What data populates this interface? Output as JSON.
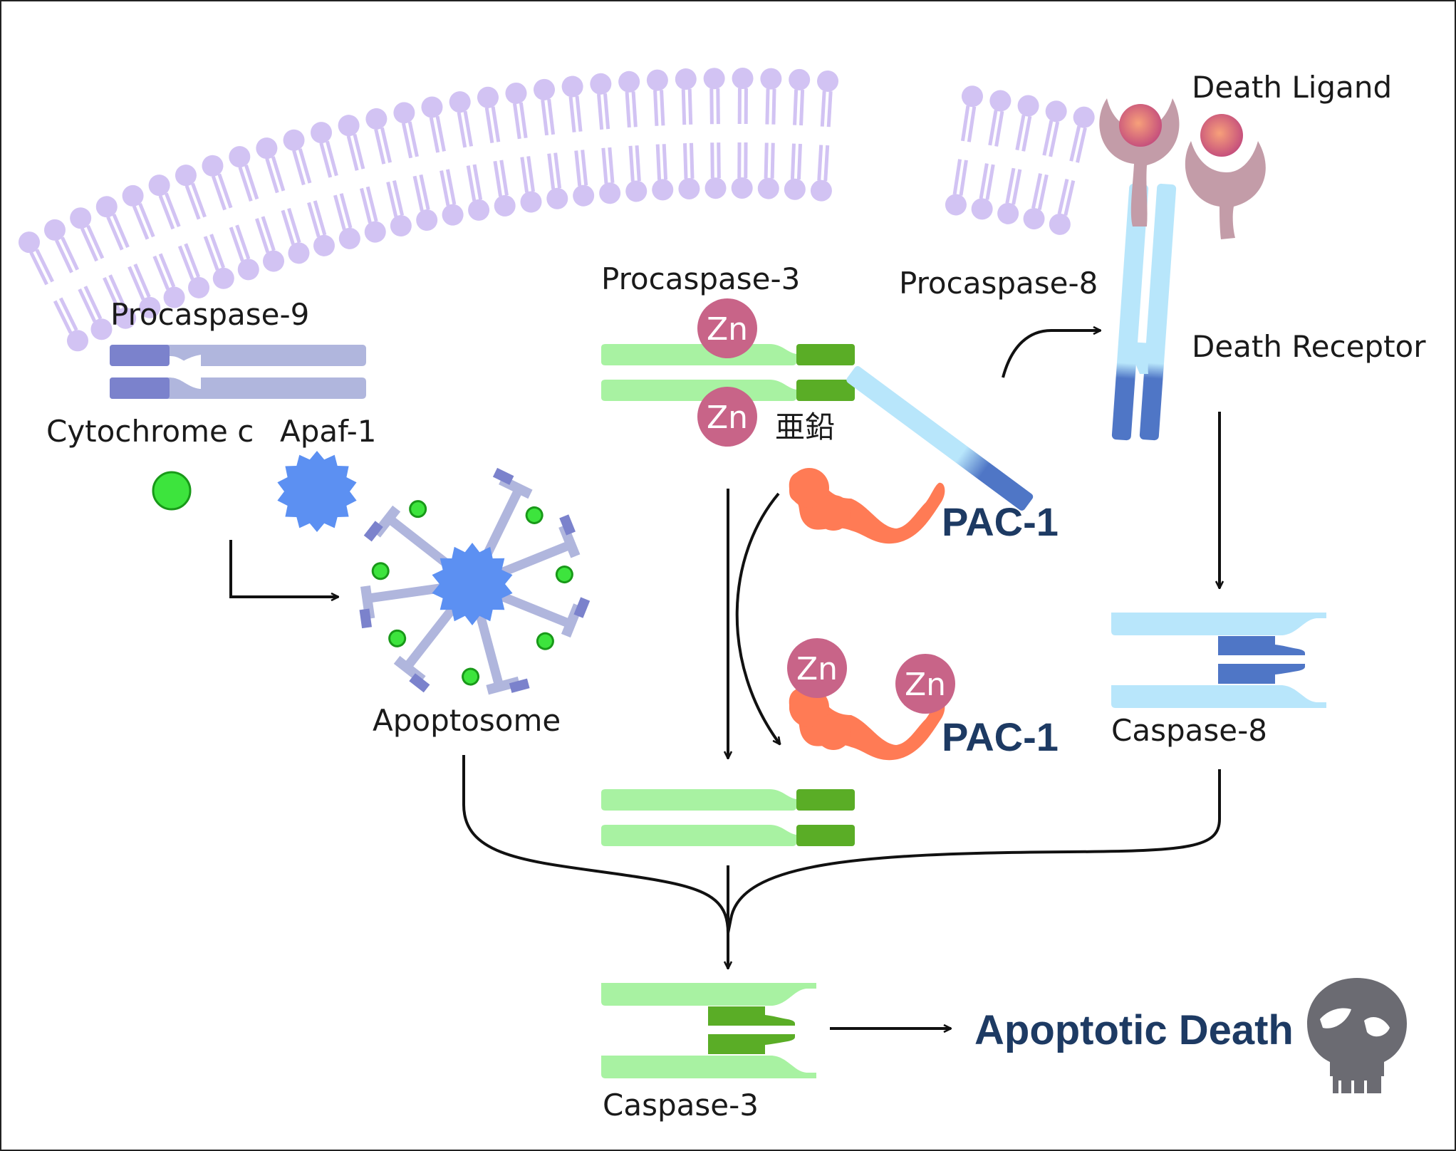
{
  "labels": {
    "procaspase9": "Procaspase-9",
    "procaspase3": "Procaspase-3",
    "procaspase8": "Procaspase-8",
    "death_ligand": "Death Ligand",
    "death_receptor": "Death Receptor",
    "cytochrome_c": "Cytochrome c",
    "apaf1": "Apaf-1",
    "zinc_jp": "亜鉛",
    "pac1_top": "PAC-1",
    "pac1_bottom": "PAC-1",
    "apoptosome": "Apoptosome",
    "caspase8": "Caspase-8",
    "caspase3": "Caspase-3",
    "apoptotic_death": "Apoptotic Death",
    "zn1": "Zn",
    "zn2": "Zn",
    "zn3": "Zn",
    "zn4": "Zn"
  },
  "colors": {
    "membrane": "#d2c3f3",
    "procaspase9_light": "#b0b6dd",
    "procaspase9_dark": "#7b82cc",
    "caspase3_light": "#a8f2a2",
    "caspase3_dark": "#5aad26",
    "caspase8_light": "#b8e6fb",
    "caspase8_dark": "#4f76c6",
    "zinc": "#c86488",
    "pac1": "#ff7b55",
    "cytochrome": "#3de43d",
    "apaf1": "#5c90f2",
    "ligand_receptor": "#c39ca8",
    "skull": "#6b6b72",
    "title_text": "#1d3a63"
  },
  "icons": [
    "death-ligand-icon",
    "skull-icon",
    "apaf1-star-icon",
    "cytochrome-c-icon",
    "zinc-ion-icon",
    "pac1-molecule-icon"
  ]
}
